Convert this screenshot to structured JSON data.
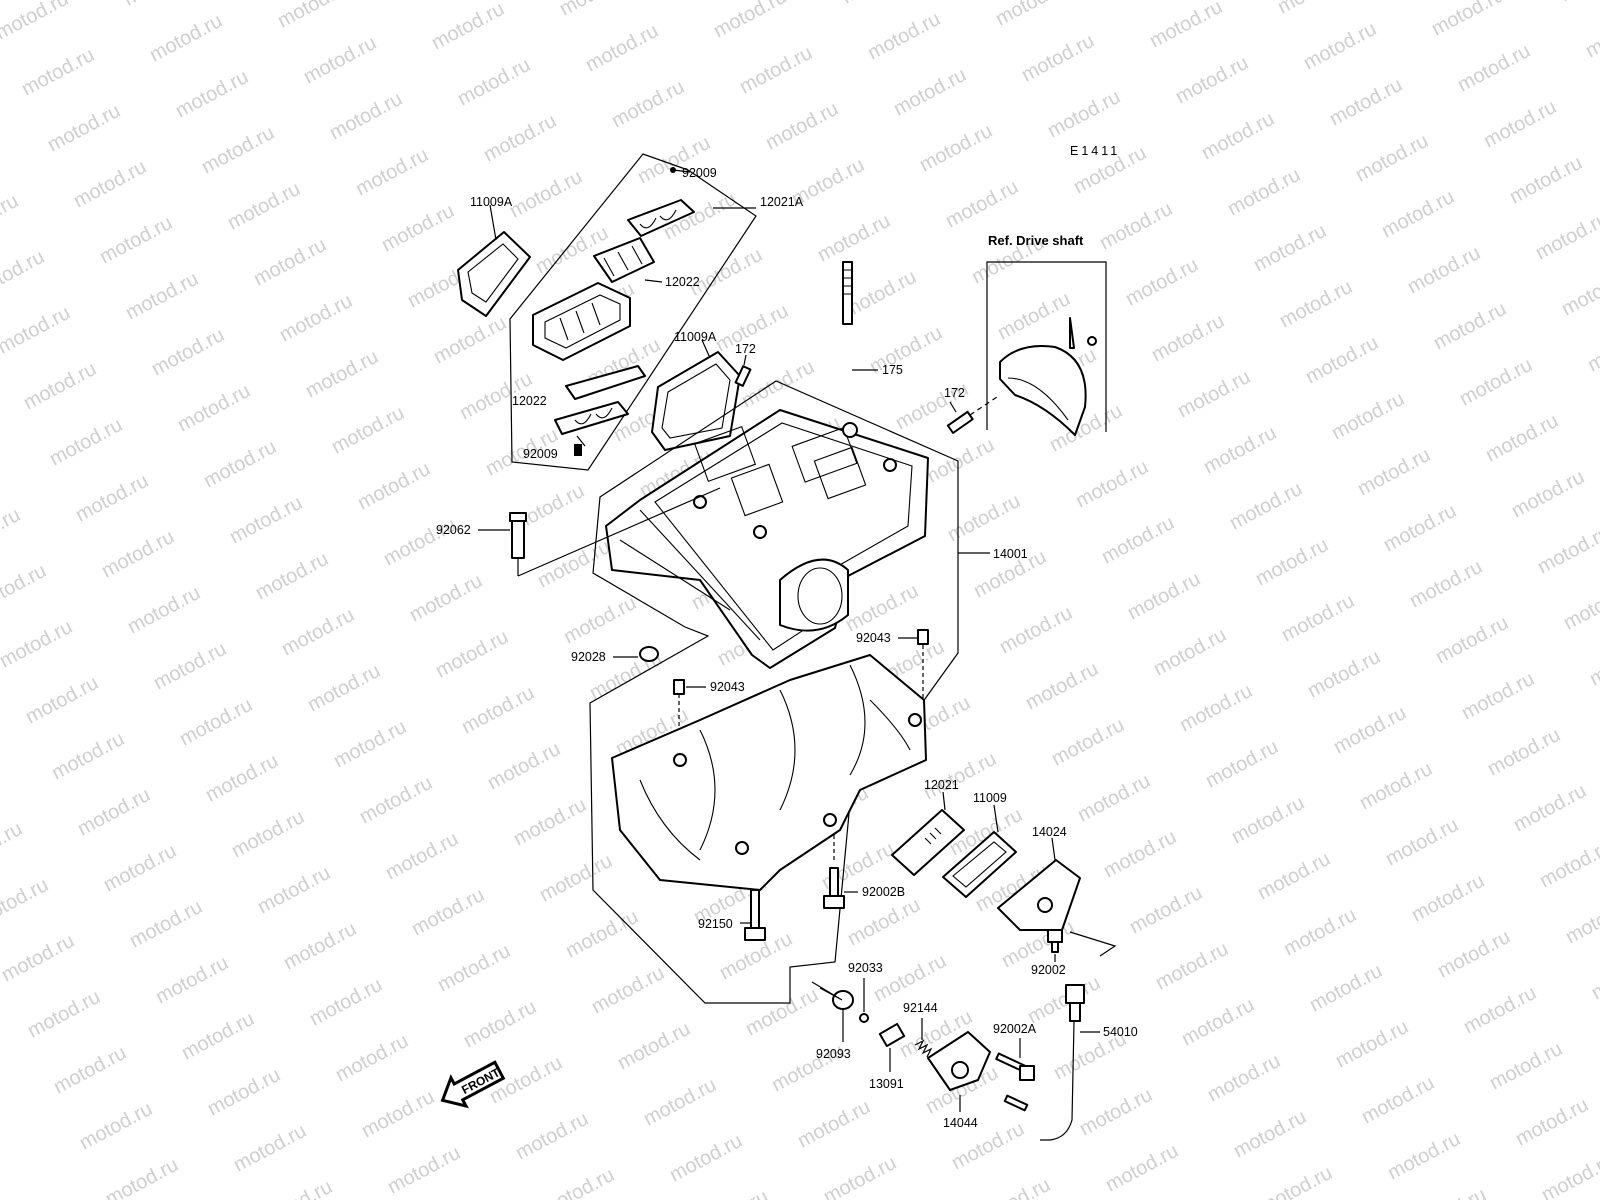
{
  "diagram_code": "E1411",
  "reference_label": "Ref. Drive shaft",
  "front_label": "FRONT",
  "watermark_text": "motod.ru",
  "part_numbers": {
    "p92009_top": "92009",
    "p11009A_left": "11009A",
    "p12021A": "12021A",
    "p12022_right": "12022",
    "p11009A_mid": "11009A",
    "p172_top": "172",
    "p175": "175",
    "p172_right": "172",
    "p12022_left": "12022",
    "p92009_bottom": "92009",
    "p92062": "92062",
    "p14001": "14001",
    "p92028": "92028",
    "p92043_right": "92043",
    "p92043_mid": "92043",
    "p12021": "12021",
    "p11009": "11009",
    "p14024": "14024",
    "p92002B": "92002B",
    "p92150": "92150",
    "p92002": "92002",
    "p92033": "92033",
    "p92144": "92144",
    "p92002A": "92002A",
    "p54010": "54010",
    "p92093": "92093",
    "p13091": "13091",
    "p14044": "14044"
  }
}
